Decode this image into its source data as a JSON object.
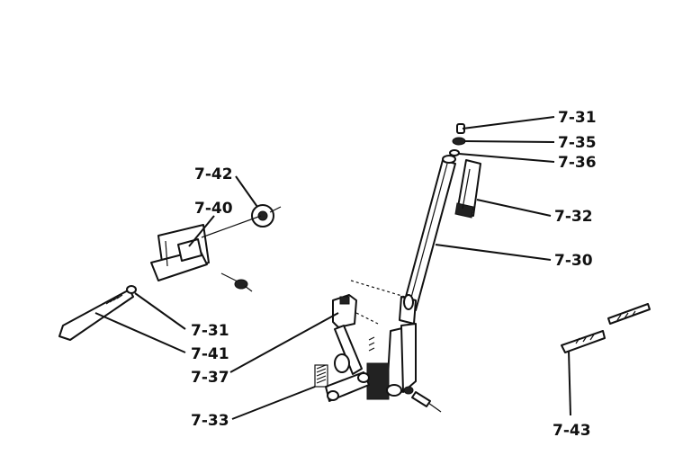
{
  "labels": {
    "l_7_31_top": "7-31",
    "l_7_35": "7-35",
    "l_7_36": "7-36",
    "l_7_32": "7-32",
    "l_7_30": "7-30",
    "l_7_42": "7-42",
    "l_7_40": "7-40",
    "l_7_31_left": "7-31",
    "l_7_41": "7-41",
    "l_7_37": "7-37",
    "l_7_33": "7-33",
    "l_7_43": "7-43"
  }
}
